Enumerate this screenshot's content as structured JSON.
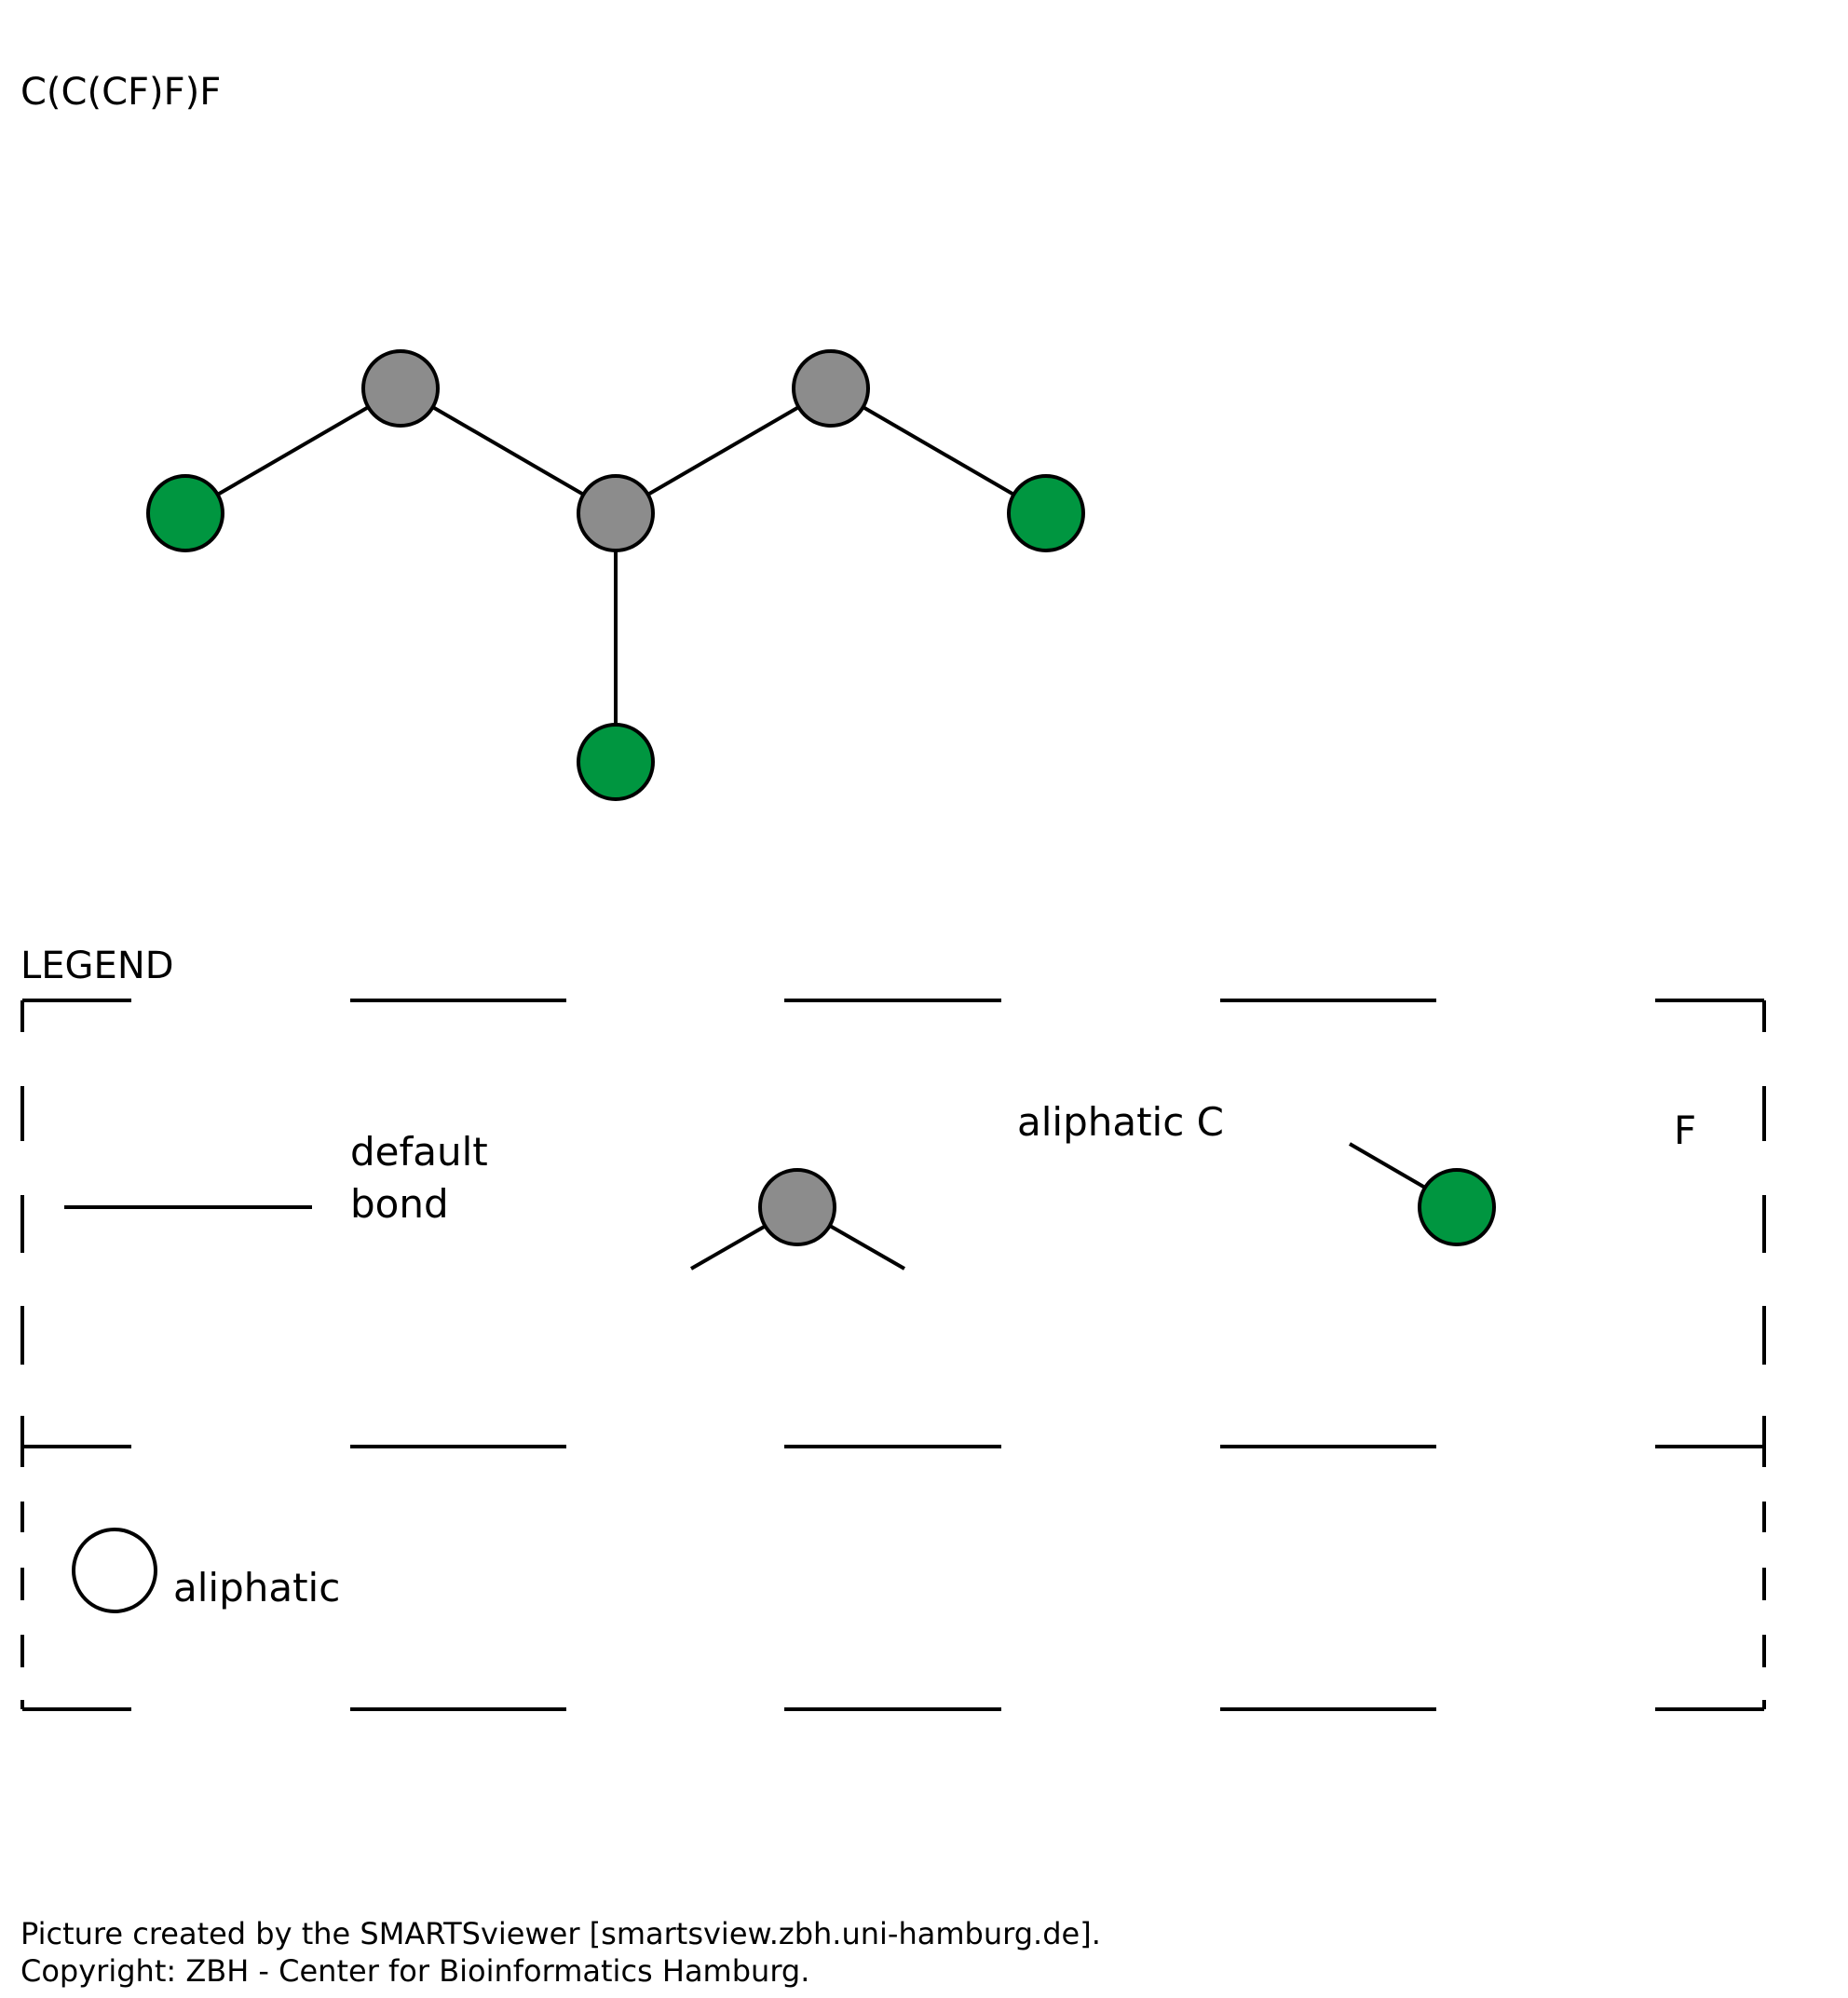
{
  "smiles": "C(C(CF)F)F",
  "colors": {
    "carbon": "#8c8c8c",
    "fluorine": "#009640",
    "stroke": "#000000",
    "aliphatic_marker": "#ffffff"
  },
  "molecule": {
    "atoms": [
      {
        "id": "F1",
        "element": "F",
        "color_key": "fluorine"
      },
      {
        "id": "C1",
        "element": "C",
        "color_key": "carbon"
      },
      {
        "id": "C2",
        "element": "C",
        "color_key": "carbon"
      },
      {
        "id": "C3",
        "element": "C",
        "color_key": "carbon"
      },
      {
        "id": "F2",
        "element": "F",
        "color_key": "fluorine"
      },
      {
        "id": "F3",
        "element": "F",
        "color_key": "fluorine"
      }
    ],
    "bonds": [
      [
        "F1",
        "C1"
      ],
      [
        "C1",
        "C2"
      ],
      [
        "C2",
        "C3"
      ],
      [
        "C3",
        "F2"
      ],
      [
        "C2",
        "F3"
      ]
    ]
  },
  "legend": {
    "title": "LEGEND",
    "bond_label_line1": "default",
    "bond_label_line2": "bond",
    "carbon_label": "aliphatic C",
    "fluorine_label": "F",
    "aliphatic_label": "aliphatic"
  },
  "footer": {
    "line1": "Picture created by the SMARTSviewer [smartsview.zbh.uni-hamburg.de].",
    "line2": "Copyright: ZBH - Center for Bioinformatics Hamburg."
  }
}
